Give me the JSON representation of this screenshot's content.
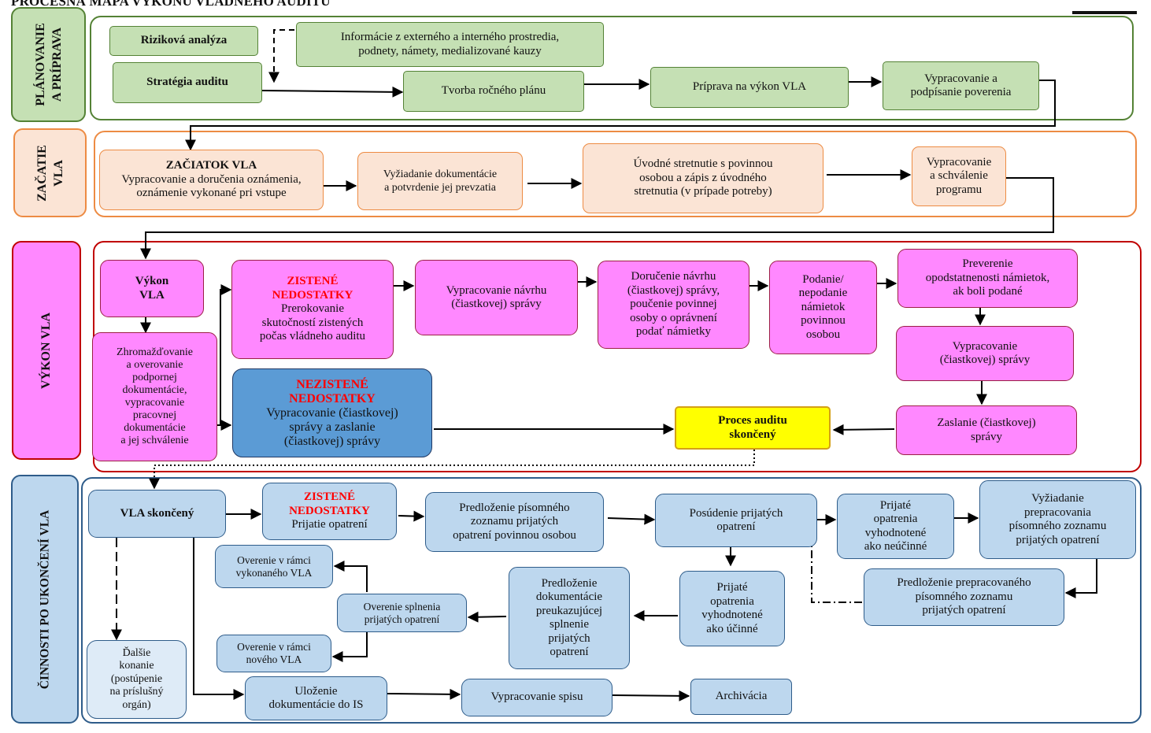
{
  "title": "PROCESNÁ MAPA VÝKONU VLÁDNEHO AUDITU",
  "colors": {
    "planning_fill": "#c5e0b4",
    "planning_border": "#548235",
    "start_fill": "#fbe4d5",
    "start_border": "#ed8b43",
    "exec_fill": "#ff88ff",
    "exec_border": "#c00000",
    "finished_fill": "#ffff00",
    "finished_border": "#d4a017",
    "nezistene_fill": "#5b9bd5",
    "after_fill": "#bdd7ee",
    "after_border": "#2e5c8a",
    "highlight_text": "#ff0000"
  },
  "lanes": {
    "planning": "PLÁNOVANIE\nA PRÍPRAVA",
    "start": "ZAČATIE\nVLA",
    "execution": "VÝKON VLA",
    "after": "ČINNOSTI PO UKONČENÍ VLA"
  },
  "planning": {
    "rizikova": "Riziková analýza",
    "strategia": "Stratégia auditu",
    "informacie": "Informácie z externého a interného prostredia,\npodnety, námety, medializované kauzy",
    "tvorba": "Tvorba ročného plánu",
    "priprava": "Príprava na výkon VLA",
    "poverenie": "Vypracovanie a\npodpísanie poverenia"
  },
  "start": {
    "zaciatok_head": "ZAČIATOK VLA",
    "zaciatok_body": "Vypracovanie a doručenia oznámenia,\noznámenie vykonané pri vstupe",
    "vyziadanie": "Vyžiadanie dokumentácie\na potvrdenie jej prevzatia",
    "uvodne": "Úvodné stretnutie s povinnou\nosobou a zápis z úvodného\nstretnutia (v prípade potreby)",
    "program": "Vypracovanie\na schválenie\nprogramu"
  },
  "execution": {
    "vykon": "Výkon\nVLA",
    "zhromazdovanie": "Zhromažďovanie\na overovanie\npodpornej\ndokumentácie,\nvypracovanie\npracovnej\ndokumentácie\na jej schválenie",
    "zistene_head": "ZISTENÉ\nNEDOSTATKY",
    "zistene_body": "Prerokovanie\nskutočností zistených\npočas vládneho auditu",
    "nezistene_head": "NEZISTENÉ\nNEDOSTATKY",
    "nezistene_body": "Vypracovanie (čiastkovej)\nsprávy a zaslanie\n(čiastkovej) správy",
    "navrh": "Vypracovanie návrhu\n(čiastkovej) správy",
    "dorucenie": "Doručenie návrhu\n(čiastkovej) správy,\npoučenie povinnej\nosoby o oprávnení\npodať námietky",
    "podanie": "Podanie/\nnepodanie\nnámietok\npovinnou\nosobou",
    "preverenie": "Preverenie\nopodstatnenosti námietok,\nak boli podané",
    "vypracovanie": "Vypracovanie\n(čiastkovej) správy",
    "zaslanie": "Zaslanie (čiastkovej)\nsprávy",
    "skonceny": "Proces auditu\nskončený"
  },
  "after": {
    "vla_skonceny": "VLA skončený",
    "zistene_head": "ZISTENÉ\nNEDOSTATKY",
    "zistene_body": "Prijatie opatrení",
    "predlozenie_zoznamu": "Predloženie písomného\nzoznamu prijatých\nopatrení povinnou osobou",
    "posudenie": "Posúdenie prijatých\nopatrení",
    "neucinne": "Prijaté\nopatrenia\nvyhodnotené\nako neúčinné",
    "vyziadanie_prepracovania": "Vyžiadanie\nprepracovania\npísomného  zoznamu\nprijatých opatrení",
    "predlozenie_prepracovaneho": "Predloženie prepracovaného\npísomného zoznamu\nprijatých opatrení",
    "ucinne": "Prijaté\nopatrenia\nvyhodnotené\nako účinné",
    "predlozenie_dokumentacie": "Predloženie\ndokumentácie\npreukazujúcej\nsplnenie\nprijatých\nopatrení",
    "overenie_splnenia": "Overenie splnenia\nprijatých opatrení",
    "overenie_vykonaneho": "Overenie v rámci\nvykonaného VLA",
    "overenie_noveho": "Overenie v rámci\nnového VLA",
    "dalsie": "Ďalšie\nkonanie\n(postúpenie\nna príslušný\norgán)",
    "ulozenie": "Uloženie\ndokumentácie do IS",
    "spis": "Vypracovanie spisu",
    "archivacia": "Archivácia"
  }
}
